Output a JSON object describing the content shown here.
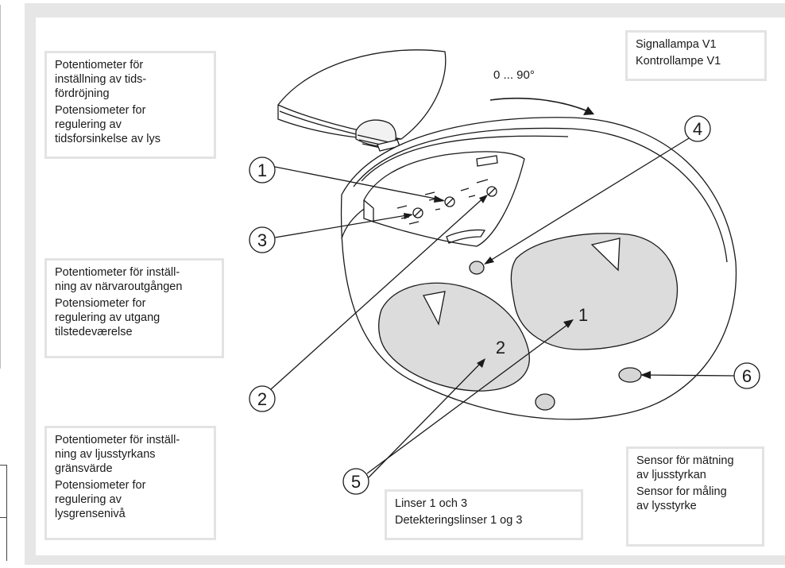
{
  "labels": {
    "delay": {
      "line1": "Potentiometer för\ninställning av tids-\nfördröjning",
      "line2": "Potensiometer for\nregulering av\ntidsforsinkelse av lys"
    },
    "presence": {
      "line1": "Potentiometer för inställ-\nning av närvaroutgången",
      "line2": "Potensiometer for\nregulering av utgang\ntilstedeværelse"
    },
    "light": {
      "line1": "Potentiometer för inställ-\nning av ljusstyrkans\ngränsvärde",
      "line2": "Potensiometer for\nregulering av\nlysgrensenivå"
    },
    "lamp": {
      "line1": "Signallampa V1",
      "line2": "Kontrollampe V1"
    },
    "lenses": {
      "line1": "Linser 1 och 3",
      "line2": "Detekteringslinser 1 og 3"
    },
    "sensor": {
      "line1": "Sensor för mätning\nav ljusstyrkan",
      "line2": "Sensor for måling\nav lysstyrke"
    }
  },
  "rotation": "0 ... 90°",
  "callouts": {
    "c1": "1",
    "c2": "2",
    "c3": "3",
    "c4": "4",
    "c5": "5",
    "c6": "6"
  },
  "lens_numbers": {
    "l1": "1",
    "l2": "2"
  },
  "colors": {
    "frame": "#e6e6e6",
    "lens_fill": "#dcdcdc",
    "line": "#1a1a1a"
  }
}
